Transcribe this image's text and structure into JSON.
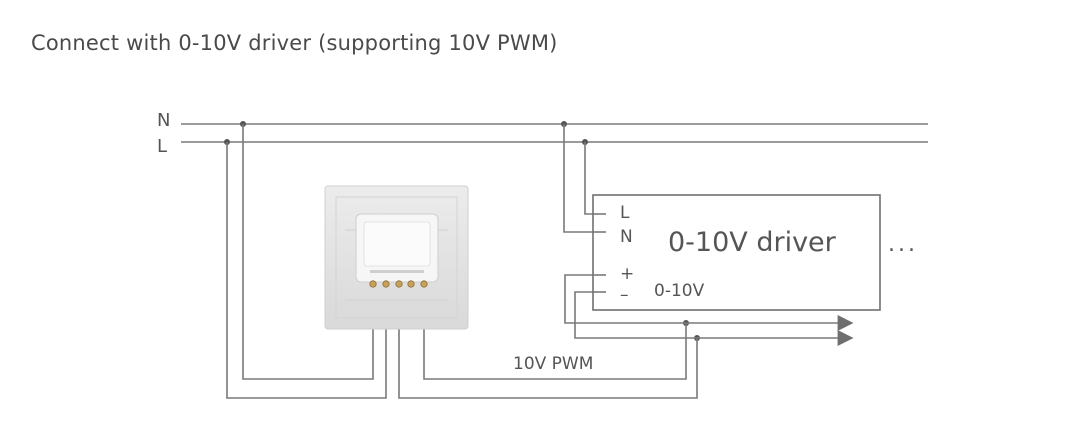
{
  "title": "Connect with 0-10V driver (supporting 10V PWM)",
  "bus_labels": {
    "neutral": "N",
    "live": "L"
  },
  "driver": {
    "name": "0-10V driver",
    "terminal_l": "L",
    "terminal_n": "N",
    "terminal_plus": "+",
    "terminal_minus": "–",
    "dim_label": "0-10V",
    "continuation": "..."
  },
  "pwm_label": "10V PWM",
  "colors": {
    "wire": "#7a7a7a",
    "text": "#555555",
    "switch_plate": "#e4e4e4",
    "switch_module": "#f7f7f7",
    "terminal": "#c9a15a"
  }
}
